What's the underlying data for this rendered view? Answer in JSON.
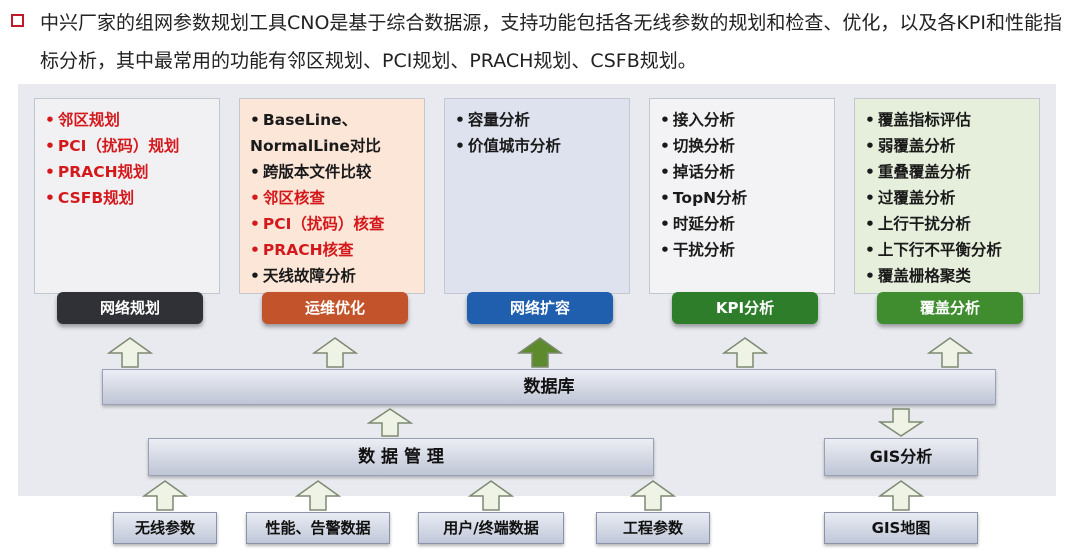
{
  "intro": {
    "text": "中兴厂家的组网参数规划工具CNO是基于综合数据源，支持功能包括各无线参数的规划和检查、优化，以及各KPI和性能指标分析，其中最常用的功能有邻区规划、PCI规划、PRACH规划、CSFB规划。"
  },
  "modules": [
    {
      "label": "网络规划",
      "label_color": "#2f3136",
      "items": [
        {
          "text": "邻区规划",
          "color": "red"
        },
        {
          "text": "PCI（扰码）规划",
          "color": "red"
        },
        {
          "text": "PRACH规划",
          "color": "red"
        },
        {
          "text": "CSFB规划",
          "color": "red"
        }
      ]
    },
    {
      "label": "运维优化",
      "label_color": "#c2532a",
      "items": [
        {
          "text": "BaseLine、\nNormalLine对比",
          "color": "dark"
        },
        {
          "text": "跨版本文件比较",
          "color": "dark"
        },
        {
          "text": "邻区核查",
          "color": "red"
        },
        {
          "text": "PCI（扰码）核查",
          "color": "red"
        },
        {
          "text": "PRACH核查",
          "color": "red"
        },
        {
          "text": "天线故障分析",
          "color": "dark"
        }
      ]
    },
    {
      "label": "网络扩容",
      "label_color": "#1f5fae",
      "items": [
        {
          "text": "容量分析",
          "color": "dark"
        },
        {
          "text": "价值城市分析",
          "color": "dark"
        }
      ]
    },
    {
      "label": "KPI分析",
      "label_color": "#2e7d2a",
      "items": [
        {
          "text": "接入分析",
          "color": "dark"
        },
        {
          "text": "切换分析",
          "color": "dark"
        },
        {
          "text": "掉话分析",
          "color": "dark"
        },
        {
          "text": "TopN分析",
          "color": "dark"
        },
        {
          "text": "时延分析",
          "color": "dark"
        },
        {
          "text": "干扰分析",
          "color": "dark"
        }
      ]
    },
    {
      "label": "覆盖分析",
      "label_color": "#3f8d2f",
      "items": [
        {
          "text": "覆盖指标评估",
          "color": "dark"
        },
        {
          "text": "弱覆盖分析",
          "color": "dark"
        },
        {
          "text": "重叠覆盖分析",
          "color": "dark"
        },
        {
          "text": "过覆盖分析",
          "color": "dark"
        },
        {
          "text": "上行干扰分析",
          "color": "dark"
        },
        {
          "text": "上下行不平衡分析",
          "color": "dark"
        },
        {
          "text": "覆盖栅格聚类",
          "color": "dark"
        }
      ]
    }
  ],
  "bars": {
    "database": "数据库",
    "data_management": "数 据 管 理",
    "gis_analysis": "GIS分析"
  },
  "sources": [
    "无线参数",
    "性能、告警数据",
    "用户/终端数据",
    "工程参数",
    "GIS地图"
  ],
  "colors": {
    "module_bg": [
      "#f1f1f3",
      "#fbe6d8",
      "#dde2ee",
      "#f3f3f5",
      "#e6efdc"
    ],
    "arrow": "#eef3e6",
    "arrow_highlight": "#5e8a2e"
  }
}
